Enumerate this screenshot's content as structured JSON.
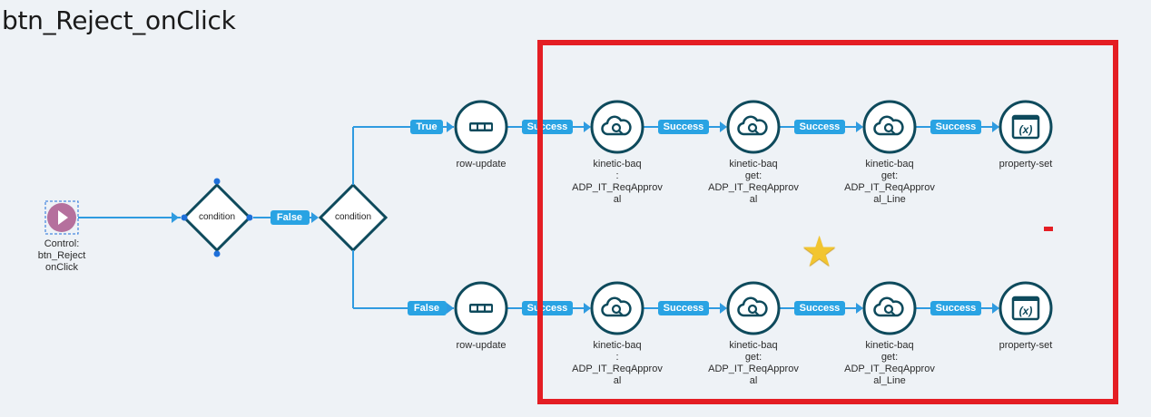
{
  "title": "btn_Reject_onClick",
  "start": {
    "label_lines": [
      "Control:",
      "btn_Reject",
      "onClick"
    ],
    "color": "#b5709d"
  },
  "conditions": [
    {
      "label": "condition"
    },
    {
      "label": "condition"
    }
  ],
  "edge_labels": {
    "cond1_to_cond2": "False",
    "top_branch": "True",
    "bottom_branch": "False",
    "success": "Success"
  },
  "rows": [
    {
      "branch": "True",
      "nodes": [
        {
          "type": "row-update",
          "icon": "row-update-icon",
          "label_lines": [
            "row-update"
          ]
        },
        {
          "type": "kinetic-baq",
          "icon": "cloud-search-icon",
          "label_lines": [
            "kinetic-baq",
            ":",
            "ADP_IT_ReqApprov",
            "al"
          ]
        },
        {
          "type": "kinetic-baq",
          "icon": "cloud-search-icon",
          "label_lines": [
            "kinetic-baq",
            "get:",
            "ADP_IT_ReqApprov",
            "al"
          ]
        },
        {
          "type": "kinetic-baq",
          "icon": "cloud-search-icon",
          "label_lines": [
            "kinetic-baq",
            "get:",
            "ADP_IT_ReqApprov",
            "al_Line"
          ]
        },
        {
          "type": "property-set",
          "icon": "variable-icon",
          "label_lines": [
            "property-set"
          ]
        }
      ]
    },
    {
      "branch": "False",
      "nodes": [
        {
          "type": "row-update",
          "icon": "row-update-icon",
          "label_lines": [
            "row-update"
          ]
        },
        {
          "type": "kinetic-baq",
          "icon": "cloud-search-icon",
          "label_lines": [
            "kinetic-baq",
            ":",
            "ADP_IT_ReqApprov",
            "al"
          ]
        },
        {
          "type": "kinetic-baq",
          "icon": "cloud-search-icon",
          "label_lines": [
            "kinetic-baq",
            "get:",
            "ADP_IT_ReqApprov",
            "al"
          ]
        },
        {
          "type": "kinetic-baq",
          "icon": "cloud-search-icon",
          "label_lines": [
            "kinetic-baq",
            "get:",
            "ADP_IT_ReqApprov",
            "al_Line"
          ]
        },
        {
          "type": "property-set",
          "icon": "variable-icon",
          "label_lines": [
            "property-set"
          ]
        }
      ]
    }
  ],
  "colors": {
    "edge": "#2f9be0",
    "badge": "#29a3e3",
    "node_stroke": "#0e4a5c",
    "highlight": "#e41e24",
    "star": "#f2c530"
  },
  "annotations": {
    "star": "★"
  }
}
